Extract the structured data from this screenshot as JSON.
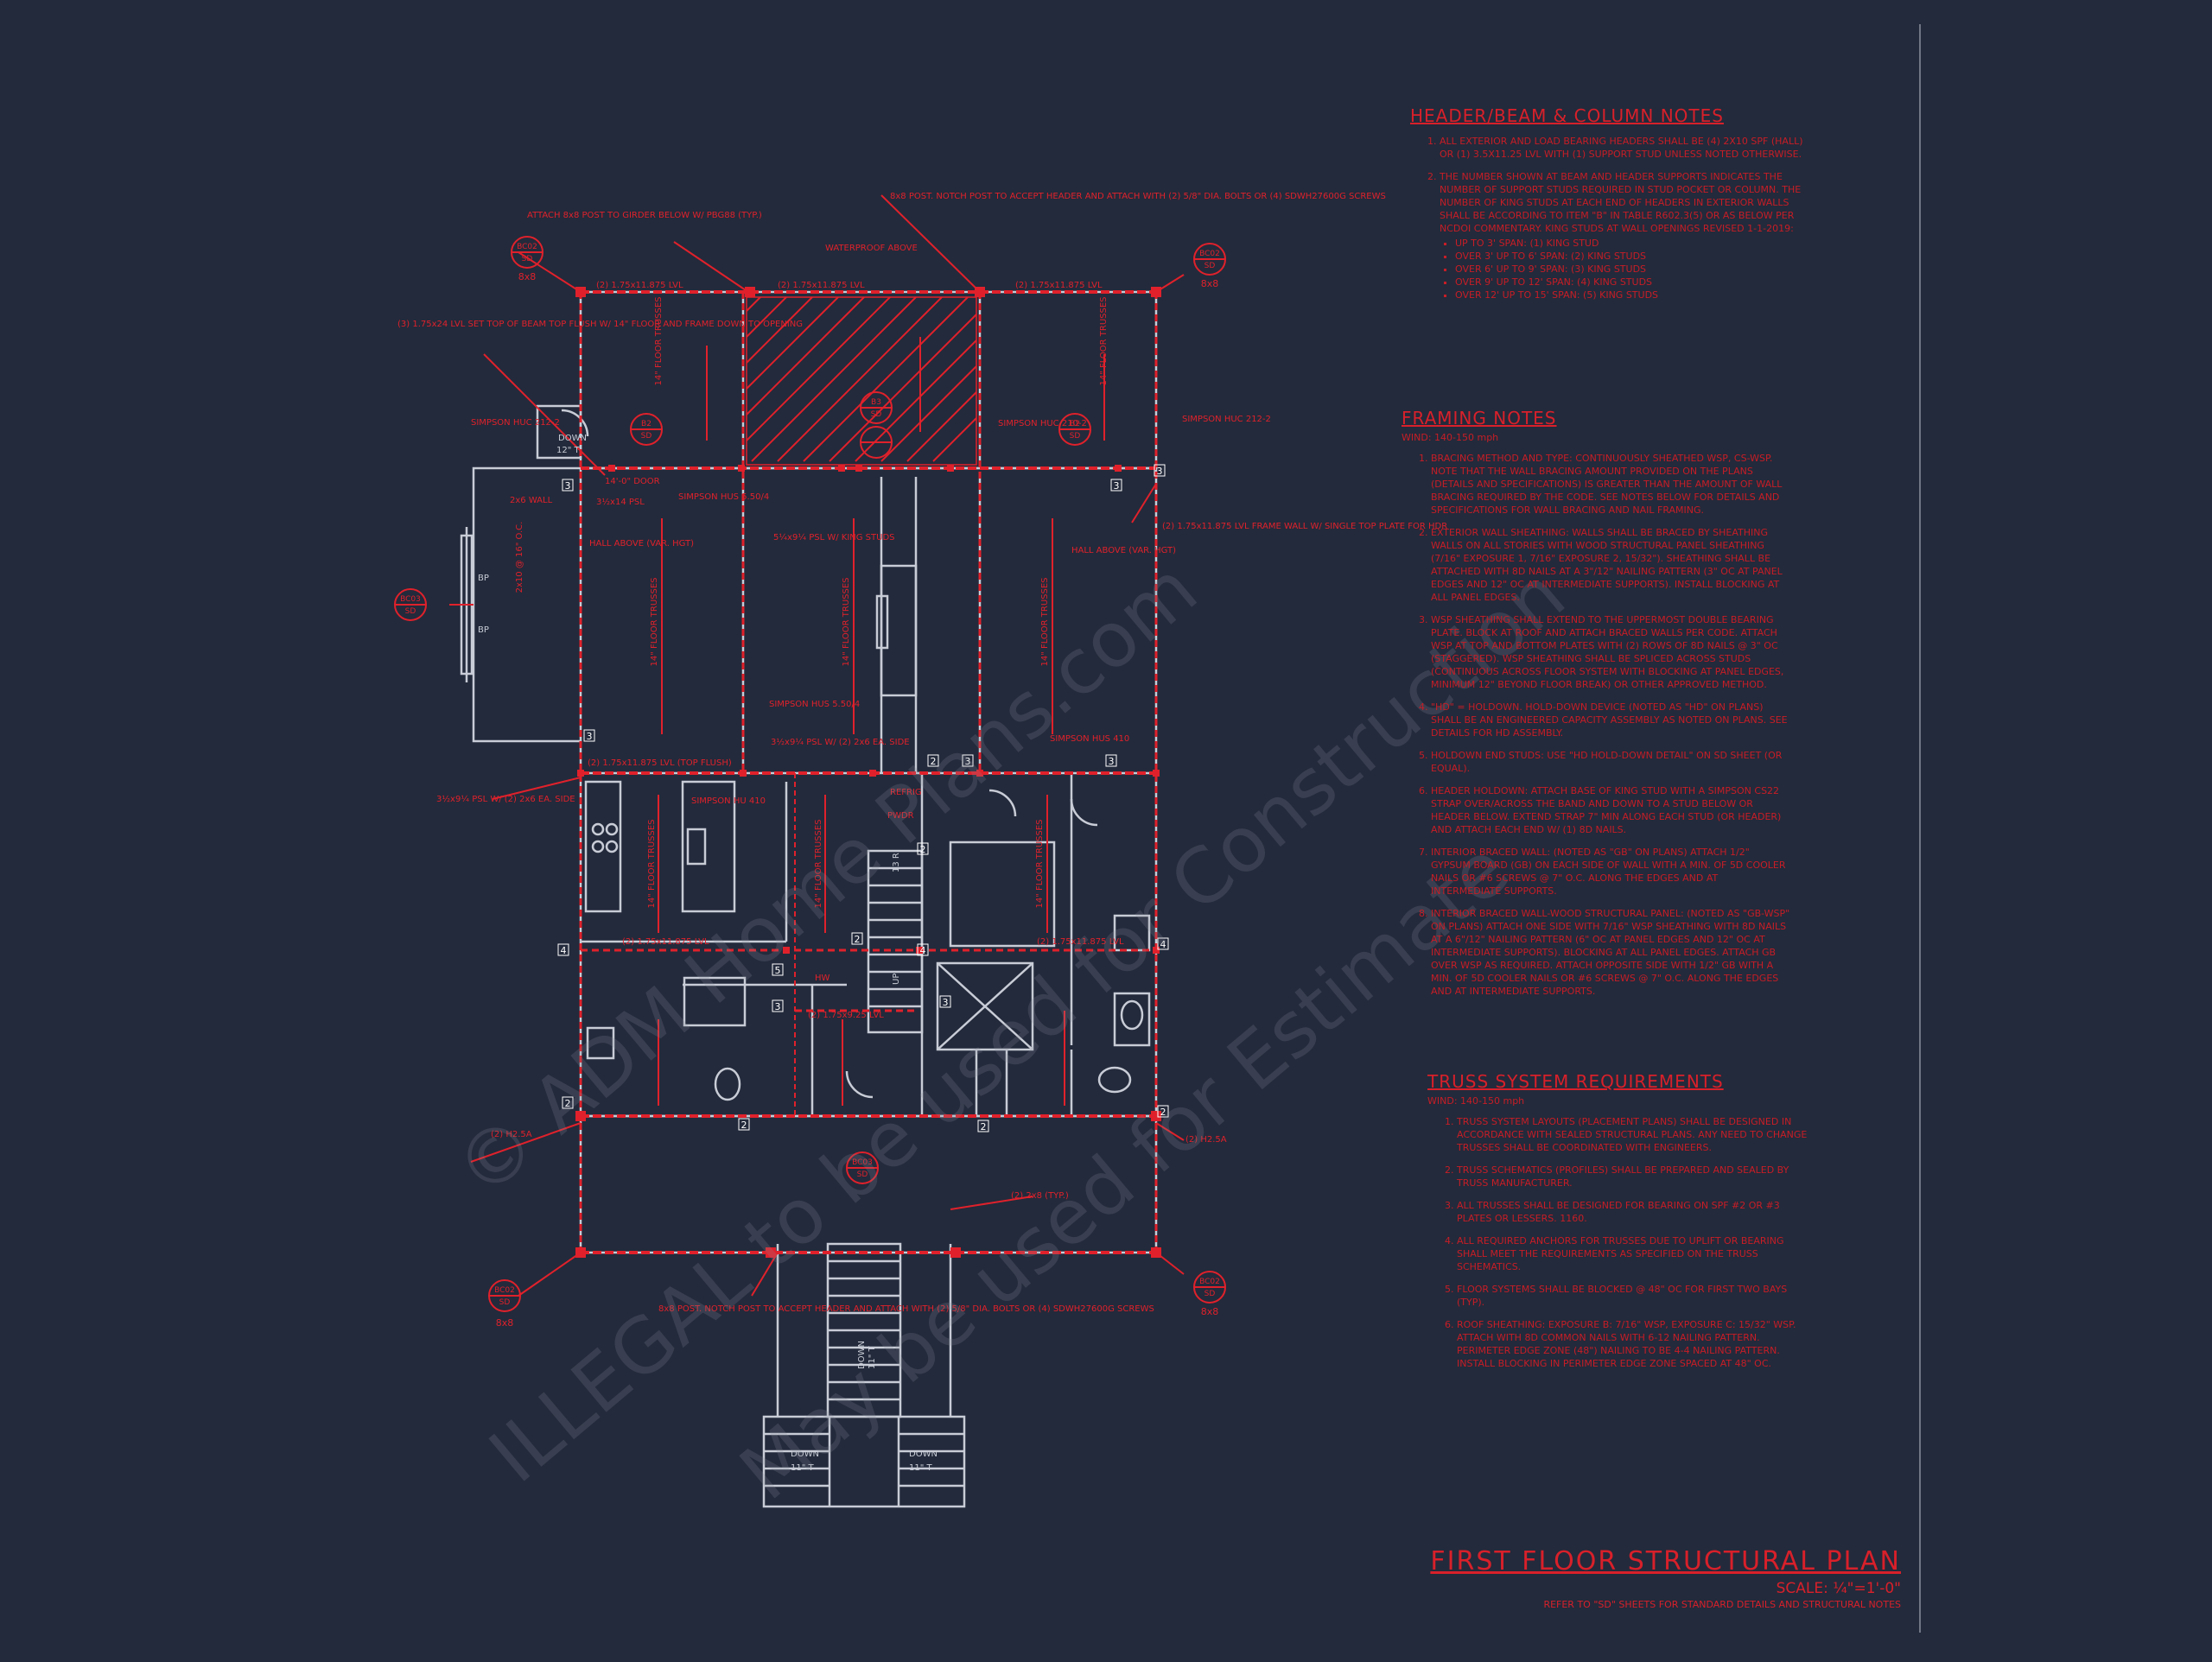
{
  "watermark": {
    "lines": [
      "© ADM Home Plans.com",
      "ILLEGAL to be used for Construction",
      "May be used for Estimate"
    ]
  },
  "plan": {
    "title": "FIRST FLOOR STRUCTURAL PLAN",
    "scale": "SCALE: ¼\"=1'-0\"",
    "reference": "REFER TO \"SD\" SHEETS FOR STANDARD DETAILS AND STRUCTURAL NOTES"
  },
  "callouts": {
    "post_top_left": "ATTACH 8x8 POST TO GIRDER BELOW W/ PBG88 (TYP.)",
    "post_top_right": "8x8 POST. NOTCH POST TO ACCEPT HEADER AND ATTACH WITH (2) 5/8\" DIA. BOLTS OR (4) SDWH27600G SCREWS",
    "waterproof": "WATERPROOF ABOVE",
    "beam_top_left": "(3) 1.75x24 LVL SET TOP OF BEAM TOP FLUSH W/ 14\" FLOOR AND FRAME DOWN TO OPENING",
    "simpson_left": "SIMPSON HUC 212-2",
    "simpson_right_top": "SIMPSON HUC 212-2",
    "simpson_center_top": "SIMPSON HUC 210-2",
    "lvl_top_1": "(2) 1.75x11.875 LVL",
    "lvl_top_2": "(2) 1.75x11.875 LVL",
    "lvl_top_3": "(2) 1.75x11.875 LVL",
    "frame_wall": "(2) 1.75x11.875 LVL FRAME WALL W/ SINGLE TOP PLATE FOR HDR",
    "down": "DOWN",
    "rise": "12\" T",
    "door": "14'-0\" DOOR",
    "wall_2x6": "2x6 WALL",
    "hall_above_left": "HALL ABOVE (VAR. HGT)",
    "hall_above_right": "HALL ABOVE (VAR. HGT)",
    "psl_1": "3½x14 PSL",
    "psl_2": "5¼x9¼ PSL W/ KING STUDS",
    "psl_3": "3½x9¼ PSL W/ (2) 2x6 EA. SIDE",
    "psl_4": "3½x9¼ PSL W/ (2) 2x6 EA. SIDE",
    "simpson_mid_1": "SIMPSON HUS 5.50/4",
    "simpson_mid_2": "SIMPSON HUS 5.50/4",
    "simpson_mid_3": "SIMPSON HUS 410",
    "simpson_kitchen": "SIMPSON HU 410",
    "lvl_flush": "(2) 1.75x11.875 LVL (TOP FLUSH)",
    "lvl_kitchen": "(2) 1.75x11.875 LVL",
    "lvl_mid": "(2) 1.75x9.25 LVL",
    "lvl_bath": "(2) 1.75x11.875 LVL",
    "floor_14_1": "14\" FLOOR TRUSSES",
    "floor_14_2": "14\" FLOOR TRUSSES",
    "floor_14_3": "14\" FLOOR TRUSSES",
    "floor_14_4": "14\" FLOOR TRUSSES",
    "floor_14_5": "14\" FLOOR TRUSSES",
    "floor_14_6": "14\" FLOOR TRUSSES",
    "floor_14_7": "14\" FLOOR TRUSSES",
    "floor_14_8": "14\" FLOOR TRUSSES",
    "hh_top": "2x10 @ 16\" O.C.",
    "h_two_1": "(2) H2.5A",
    "h_two_2": "(2) H2.5A",
    "joist_2x8": "(2) 2x8 (TYP.)",
    "post_bottom": "8x8 POST. NOTCH POST TO ACCEPT HEADER AND ATTACH WITH (2) 5/8\" DIA. BOLTS OR (4) SDWH27600G SCREWS",
    "up": "UP",
    "stair_up": "13 R",
    "stair_down": "DOWN",
    "stair_rise": "11\" T",
    "down_left": "DOWN",
    "down_left_rise": "11\" T",
    "down_right": "DOWN",
    "down_right_rise": "11\" T",
    "shaft": "REFRIG",
    "bp": "BP",
    "hw": "HW",
    "pwdr": "PWDR"
  },
  "details": [
    {
      "num": "BC02",
      "sheet": "SD",
      "size": "8x8"
    },
    {
      "num": "BC02",
      "sheet": "SD",
      "size": "8x8"
    },
    {
      "num": "BC02",
      "sheet": "SD",
      "size": "8x8"
    },
    {
      "num": "BC02",
      "sheet": "SD",
      "size": "8x8"
    },
    {
      "num": "BC03",
      "sheet": "SD",
      "size": ""
    },
    {
      "num": "BC03",
      "sheet": "SD",
      "size": ""
    },
    {
      "num": "B2",
      "sheet": "SD",
      "size": ""
    },
    {
      "num": "B2",
      "sheet": "SD",
      "size": ""
    },
    {
      "num": "B3",
      "sheet": "SD",
      "size": ""
    }
  ],
  "notes": {
    "header": {
      "title": "HEADER/BEAM & COLUMN NOTES",
      "items": [
        "ALL EXTERIOR AND LOAD BEARING HEADERS SHALL BE (4) 2x10 SPF (HALL) OR (1) 3.5x11.25 LVL WITH (1) SUPPORT STUD UNLESS NOTED OTHERWISE.",
        "THE NUMBER SHOWN AT BEAM AND HEADER SUPPORTS INDICATES THE NUMBER OF SUPPORT STUDS REQUIRED IN STUD POCKET OR COLUMN. THE NUMBER OF KING STUDS AT EACH END OF HEADERS IN EXTERIOR WALLS SHALL BE ACCORDING TO ITEM \"B\" IN TABLE R602.3(5) OR AS BELOW PER NCDOI COMMENTARY. KING STUDS AT WALL OPENINGS REVISED 1-1-2019:"
      ],
      "subitems": [
        "UP TO 3' SPAN: (1) KING STUD",
        "OVER 3' UP TO 6' SPAN: (2) KING STUDS",
        "OVER 6' UP TO 9' SPAN: (3) KING STUDS",
        "OVER 9' UP TO 12' SPAN: (4) KING STUDS",
        "OVER 12' UP TO 15' SPAN: (5) KING STUDS"
      ]
    },
    "framing": {
      "title": "FRAMING NOTES",
      "subtitle": "WIND: 140-150 mph",
      "items": [
        "BRACING METHOD AND TYPE: CONTINUOUSLY SHEATHED WSP, CS-WSP. NOTE THAT THE WALL BRACING AMOUNT PROVIDED ON THE PLANS (DETAILS AND SPECIFICATIONS) IS GREATER THAN THE AMOUNT OF WALL BRACING REQUIRED BY THE CODE. SEE NOTES BELOW FOR DETAILS AND SPECIFICATIONS FOR WALL BRACING AND NAIL FRAMING.",
        "EXTERIOR WALL SHEATHING: WALLS SHALL BE BRACED BY SHEATHING WALLS ON ALL STORIES WITH WOOD STRUCTURAL PANEL SHEATHING (7/16\" EXPOSURE 1, 7/16\" EXPOSURE 2, 15/32\"). SHEATHING SHALL BE ATTACHED WITH 8d NAILS AT A 3\"/12\" NAILING PATTERN (3\" OC AT PANEL EDGES AND 12\" OC AT INTERMEDIATE SUPPORTS). INSTALL BLOCKING AT ALL PANEL EDGES.",
        "WSP SHEATHING SHALL EXTEND TO THE UPPERMOST DOUBLE BEARING PLATE. BLOCK AT ROOF AND ATTACH BRACED WALLS PER CODE. ATTACH WSP AT TOP AND BOTTOM PLATES WITH (2) ROWS OF 8d NAILS @ 3\" OC (STAGGERED). WSP SHEATHING SHALL BE SPLICED ACROSS STUDS (CONTINUOUS ACROSS FLOOR SYSTEM WITH BLOCKING AT PANEL EDGES, MINIMUM 12\" BEYOND FLOOR BREAK) OR OTHER APPROVED METHOD.",
        "\"HD\" = HOLDOWN. HOLD-DOWN DEVICE (NOTED AS \"HD\" ON PLANS) SHALL BE AN ENGINEERED CAPACITY ASSEMBLY AS NOTED ON PLANS. SEE DETAILS FOR HD ASSEMBLY.",
        "HOLDOWN END STUDS: USE \"HD HOLD-DOWN DETAIL\" ON SD SHEET (OR EQUAL).",
        "HEADER HOLDOWN: ATTACH BASE OF KING STUD WITH A SIMPSON CS22 STRAP OVER/ACROSS THE BAND AND DOWN TO A STUD BELOW OR HEADER BELOW. EXTEND STRAP 7\" MIN ALONG EACH STUD (OR HEADER) AND ATTACH EACH END W/ (1) 8d NAILS.",
        "INTERIOR BRACED WALL: (NOTED AS \"GB\" ON PLANS) ATTACH 1/2\" GYPSUM BOARD (GB) ON EACH SIDE OF WALL WITH A MIN. OF 5d COOLER NAILS OR #6 SCREWS @ 7\" O.C. ALONG THE EDGES AND AT INTERMEDIATE SUPPORTS.",
        "INTERIOR BRACED WALL-WOOD STRUCTURAL PANEL: (NOTED AS \"GB-WSP\" ON PLANS) ATTACH ONE SIDE WITH 7/16\" WSP SHEATHING WITH 8d NAILS AT A 6\"/12\" NAILING PATTERN (6\" OC AT PANEL EDGES AND 12\" OC AT INTERMEDIATE SUPPORTS). BLOCKING AT ALL PANEL EDGES. ATTACH GB OVER WSP AS REQUIRED. ATTACH OPPOSITE SIDE WITH 1/2\" GB WITH A MIN. OF 5d COOLER NAILS OR #6 SCREWS @ 7\" O.C. ALONG THE EDGES AND AT INTERMEDIATE SUPPORTS."
      ]
    },
    "truss": {
      "title": "TRUSS SYSTEM REQUIREMENTS",
      "subtitle": "WIND: 140-150 mph",
      "items": [
        "TRUSS SYSTEM LAYOUTS (PLACEMENT PLANS) SHALL BE DESIGNED IN ACCORDANCE WITH SEALED STRUCTURAL PLANS. ANY NEED TO CHANGE TRUSSES SHALL BE COORDINATED WITH ENGINEERS.",
        "TRUSS SCHEMATICS (PROFILES) SHALL BE PREPARED AND SEALED BY TRUSS MANUFACTURER.",
        "ALL TRUSSES SHALL BE DESIGNED FOR BEARING ON SPF #2 OR #3 PLATES OR LESSERS. 1160.",
        "ALL REQUIRED ANCHORS FOR TRUSSES DUE TO UPLIFT OR BEARING SHALL MEET THE REQUIREMENTS AS SPECIFIED ON THE TRUSS SCHEMATICS.",
        "FLOOR SYSTEMS SHALL BE BLOCKED @ 48\" OC FOR FIRST TWO BAYS (TYP).",
        "ROOF SHEATHING: EXPOSURE B: 7/16\" WSP, EXPOSURE C: 15/32\" WSP. ATTACH WITH 8d COMMON NAILS WITH 6-12 NAILING PATTERN. PERIMETER EDGE ZONE (48\") NAILING TO BE 4-4 NAILING PATTERN. INSTALL BLOCKING IN PERIMETER EDGE ZONE SPACED AT 48\" OC."
      ]
    }
  },
  "colors": {
    "background": "#232a3b",
    "wall": "#c8ccd6",
    "structural": "#e0212b",
    "watermark": "#8a8f9c"
  }
}
